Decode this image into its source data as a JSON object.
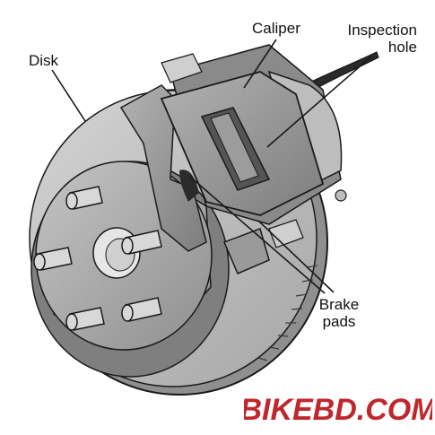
{
  "labels": {
    "disk": "Disk",
    "caliper": "Caliper",
    "inspection_hole": [
      "Inspection",
      "hole"
    ],
    "brake_pads": [
      "Brake",
      "pads"
    ]
  },
  "watermark": {
    "text": "BIKEBD.COM",
    "fill_color": "#c0272d",
    "outline_color": "#ffffff"
  },
  "colors": {
    "line": "#1a1a1a",
    "disk_face": "#bdbdbd",
    "disk_edge": "#8c8c8c",
    "hub": "#a9a9a9",
    "caliper": "#9a9a9a",
    "caliper_dark": "#6f6f6f",
    "stud": "#d8d8d8"
  }
}
